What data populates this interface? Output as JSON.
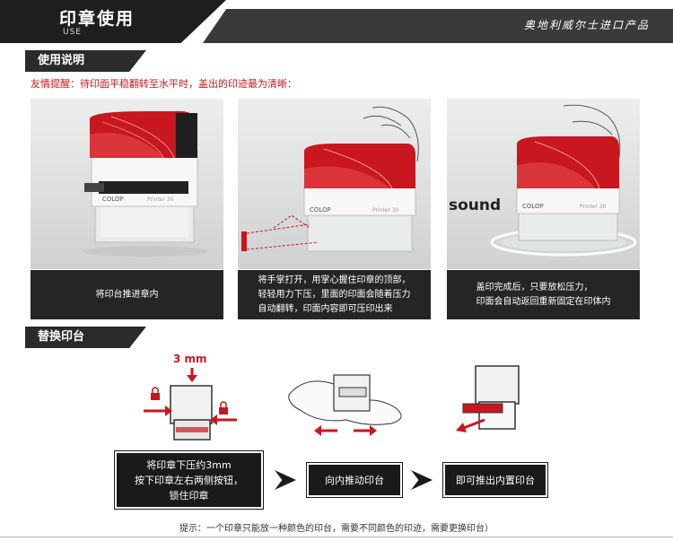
{
  "header": {
    "title": "印章使用",
    "subtitle": "USE",
    "slogan": "奥地利威尔士进口产品"
  },
  "section_usage": {
    "title": "使用说明",
    "tip": "友情提醒：待印面平稳翻转至水平时，盖出的印迹最为清晰："
  },
  "steps": [
    {
      "caption": "将印台推进章内"
    },
    {
      "caption": "将手掌打开，用掌心握住印章的顶部，\n轻轻用力下压，里面的印面会随着压力\n自动翻转，印面内容即可压印出来",
      "brand": "COLOP",
      "model": "Printer 30"
    },
    {
      "caption": "盖印完成后，只要放松压力，\n印面会自动返回重新固定在印体内",
      "brand": "COLOP",
      "model": "Printer 30",
      "overlay": "sound"
    }
  ],
  "step1_brand": "COLOP",
  "step1_model": "Printer 30",
  "section_replace": {
    "title": "替换印台",
    "measure": "3 mm"
  },
  "flow": [
    {
      "text": "将印章下压约3mm\n按下印章左右两侧按钮，\n锁住印章"
    },
    {
      "text": "向内推动印台"
    },
    {
      "text": "即可推出内置印台"
    }
  ],
  "note": "提示：一个印章只能放一种颜色的印台，需要不同颜色的印迹，需要更换印台）",
  "colors": {
    "accent": "#c8171e",
    "dark": "#252525"
  }
}
